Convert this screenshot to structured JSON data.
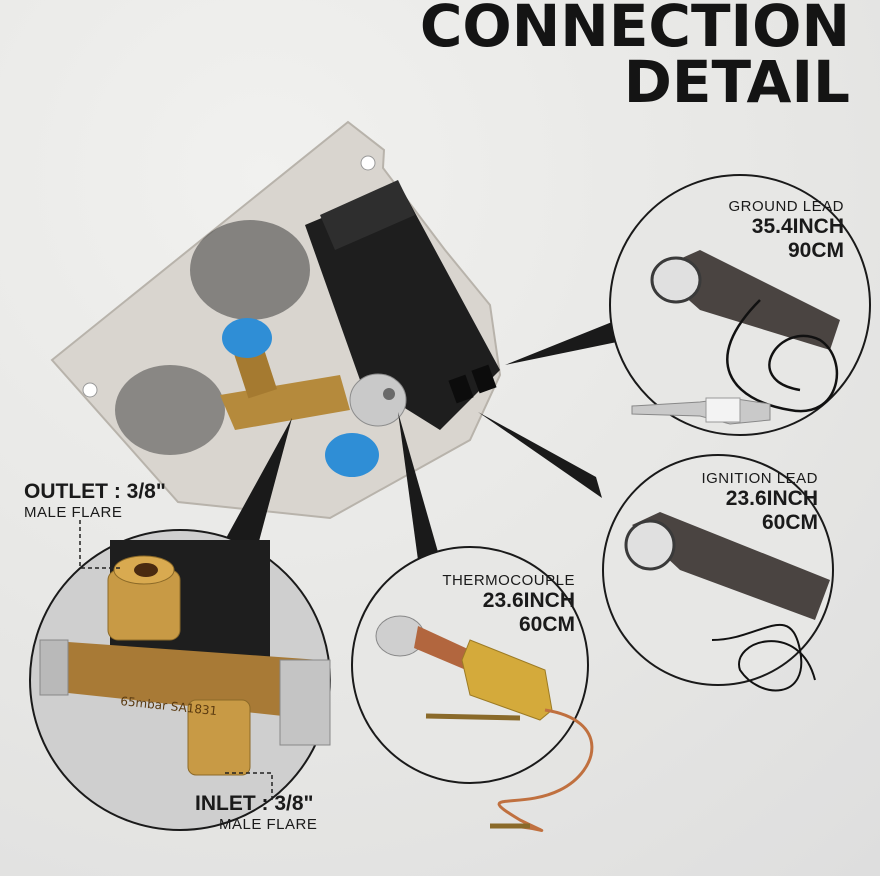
{
  "title": {
    "line1": "CONNECTION",
    "line2": "DETAIL"
  },
  "ground_lead": {
    "name": "GROUND LEAD",
    "inch": "35.4INCH",
    "cm": "90CM"
  },
  "ignition_lead": {
    "name": "IGNITION LEAD",
    "inch": "23.6INCH",
    "cm": "60CM"
  },
  "thermocouple": {
    "name": "THERMOCOUPLE",
    "inch": "23.6INCH",
    "cm": "60CM"
  },
  "outlet": {
    "name": "OUTLET : 3/8\"",
    "type": "MALE FLARE"
  },
  "inlet": {
    "name": "INLET : 3/8\"",
    "type": "MALE FLARE"
  },
  "valve_marking": "65mbar  SA1831"
}
